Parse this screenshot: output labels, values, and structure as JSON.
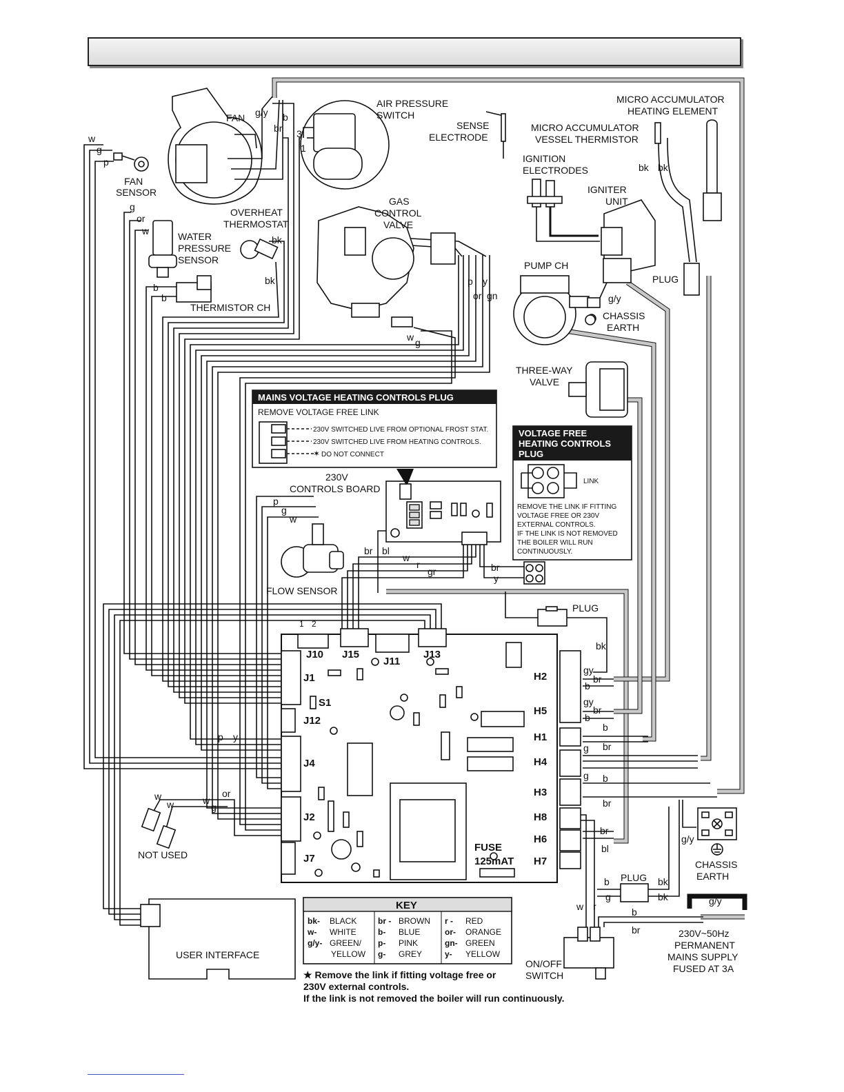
{
  "component_labels": {
    "fan": "FAN",
    "fan_sensor_1": "FAN",
    "fan_sensor_2": "SENSOR",
    "air_pressure_switch_1": "AIR PRESSURE",
    "air_pressure_switch_2": "SWITCH",
    "sense_electrode_1": "SENSE",
    "sense_electrode_2": "ELECTRODE",
    "micro_acc_element_1": "MICRO ACCUMULATOR",
    "micro_acc_element_2": "HEATING ELEMENT",
    "micro_acc_thermistor_1": "MICRO ACCUMULATOR",
    "micro_acc_thermistor_2": "VESSEL THERMISTOR",
    "ignition_electrodes_1": "IGNITION",
    "ignition_electrodes_2": "ELECTRODES",
    "igniter_unit_1": "IGNITER",
    "igniter_unit_2": "UNIT",
    "overheat_thermostat_1": "OVERHEAT",
    "overheat_thermostat_2": "THERMOSTAT",
    "gas_control_valve_1": "GAS",
    "gas_control_valve_2": "CONTROL",
    "gas_control_valve_3": "VALVE",
    "water_pressure_sensor_1": "WATER",
    "water_pressure_sensor_2": "PRESSURE",
    "water_pressure_sensor_3": "SENSOR",
    "thermistor_ch": "THERMISTOR CH",
    "pump_ch": "PUMP CH",
    "plug": "PLUG",
    "chassis_earth_1": "CHASSIS",
    "chassis_earth_2": "EARTH",
    "three_way_valve_1": "THREE-WAY",
    "three_way_valve_2": "VALVE",
    "controls_board_1": "230V",
    "controls_board_2": "CONTROLS BOARD",
    "flow_sensor": "FLOW SENSOR",
    "not_used": "NOT USED",
    "user_interface": "USER INTERFACE",
    "on_off_switch_1": "ON/OFF",
    "on_off_switch_2": "SWITCH",
    "mains_1": "230V~50Hz",
    "mains_2": "PERMANENT",
    "mains_3": "MAINS SUPPLY",
    "mains_4": "FUSED AT 3A",
    "fuse_1": "FUSE",
    "fuse_2": "125mAT",
    "pin_1": "1",
    "pin_2": "2",
    "pin_3": "3"
  },
  "connectors": {
    "j10": "J10",
    "j15": "J15",
    "j11": "J11",
    "j13": "J13",
    "j1": "J1",
    "s1": "S1",
    "j12": "J12",
    "j4": "J4",
    "j2": "J2",
    "j7": "J7",
    "h2": "H2",
    "h5": "H5",
    "h1": "H1",
    "h4": "H4",
    "h3": "H3",
    "h8": "H8",
    "h6": "H6",
    "h7": "H7"
  },
  "wire_codes": {
    "bk": "bk",
    "b": "b",
    "br": "br",
    "w": "w",
    "g": "g",
    "gy": "g/y",
    "p": "p",
    "y": "y",
    "or": "or",
    "gn": "gn",
    "r": "r",
    "gr": "gr",
    "bl": "bl",
    "gy2": "gy"
  },
  "mains_plug_box": {
    "title": "MAINS VOLTAGE HEATING CONTROLS PLUG",
    "subtitle": "REMOVE VOLTAGE FREE LINK",
    "line1": "230V SWITCHED LIVE FROM OPTIONAL FROST STAT.",
    "line2": "230V SWITCHED LIVE FROM HEATING CONTROLS.",
    "line3": "DO NOT CONNECT"
  },
  "voltage_free_box": {
    "title_1": "VOLTAGE FREE",
    "title_2": "HEATING CONTROLS",
    "title_3": "PLUG",
    "link": "LINK",
    "note_1": "REMOVE THE LINK IF FITTING",
    "note_2": "VOLTAGE FREE OR 230V",
    "note_3": "EXTERNAL CONTROLS.",
    "note_4": "IF THE LINK IS NOT REMOVED",
    "note_5": "THE BOILER WILL RUN",
    "note_6": "CONTINUOUSLY."
  },
  "key": {
    "title": "KEY",
    "col1": [
      {
        "code": "bk-",
        "name": "BLACK"
      },
      {
        "code": "w-",
        "name": "WHITE"
      },
      {
        "code": "g/y-",
        "name": "GREEN/"
      },
      {
        "code": "",
        "name": "YELLOW"
      }
    ],
    "col2": [
      {
        "code": "br -",
        "name": "BROWN"
      },
      {
        "code": "b-",
        "name": "BLUE"
      },
      {
        "code": "p-",
        "name": "PINK"
      },
      {
        "code": "g-",
        "name": "GREY"
      }
    ],
    "col3": [
      {
        "code": "r -",
        "name": "RED"
      },
      {
        "code": "or-",
        "name": "ORANGE"
      },
      {
        "code": "gn-",
        "name": "GREEN"
      },
      {
        "code": "y-",
        "name": "YELLOW"
      }
    ]
  },
  "footnote": {
    "star": "★",
    "line1": "Remove the link if fitting voltage free or",
    "line2": "230V external controls.",
    "line3": "If the link is not removed the boiler will run continuously."
  }
}
